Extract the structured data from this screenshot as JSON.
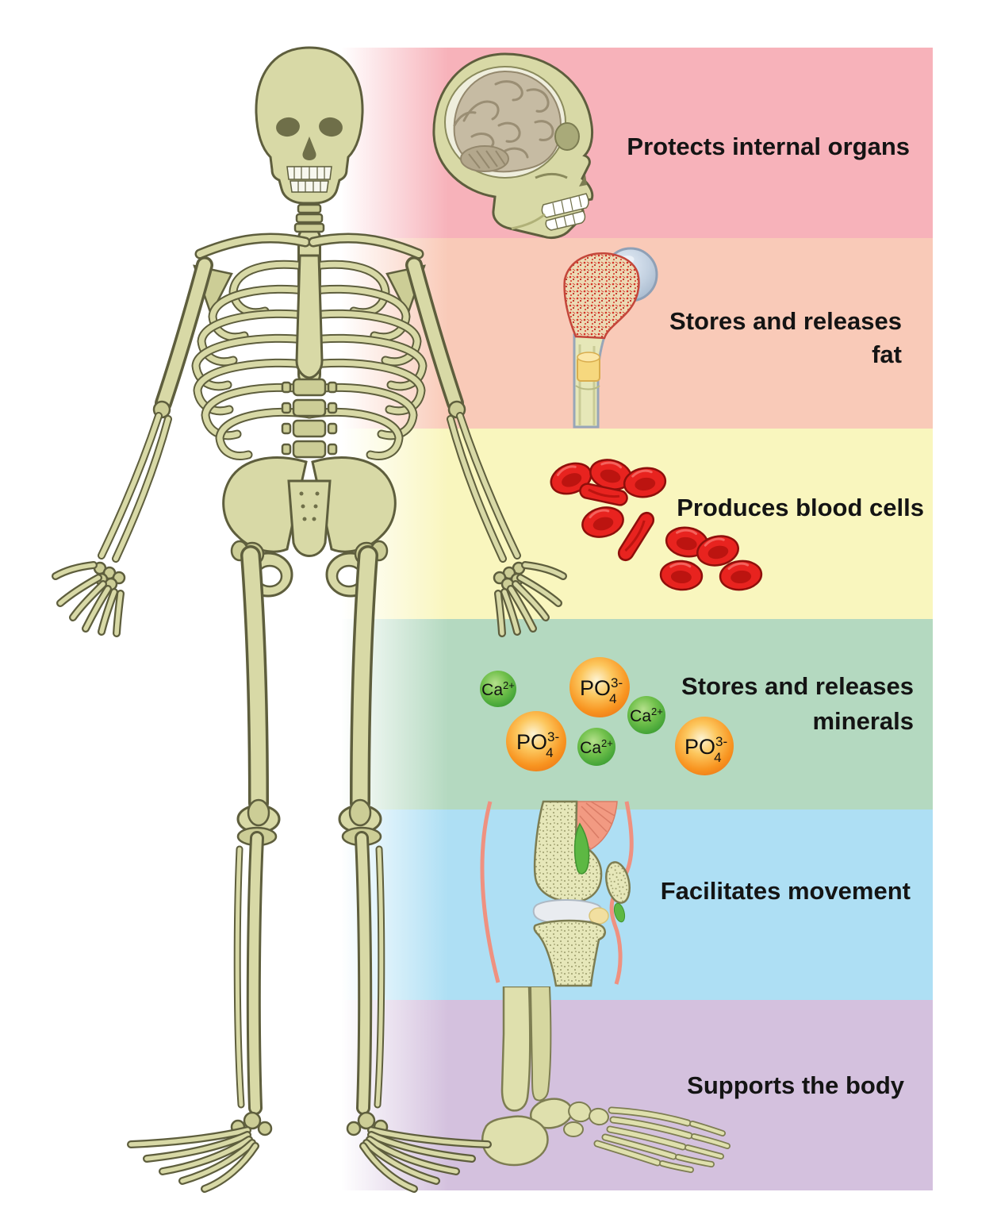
{
  "figure": {
    "background": "#ffffff",
    "subject": "functions of the skeletal system",
    "left_illustration": "full-human-skeleton"
  },
  "bands": [
    {
      "name": "protects-internal-organs",
      "color": "#f7b2ba",
      "line1": "Protects internal organs",
      "line2": "",
      "icon": "skull-cross-section-icon"
    },
    {
      "name": "stores-and-releases-fat",
      "color": "#f9cab8",
      "line1": "Stores and releases",
      "line2": "fat",
      "icon": "femur-bone-marrow-icon"
    },
    {
      "name": "produces-blood-cells",
      "color": "#f9f6be",
      "line1": "Produces blood cells",
      "line2": "",
      "icon": "red-blood-cells-icon"
    },
    {
      "name": "stores-and-releases-minerals",
      "color": "#b4d9c0",
      "line1": "Stores and releases",
      "line2": "minerals",
      "icon": "mineral-ions-icon"
    },
    {
      "name": "facilitates-movement",
      "color": "#aedff4",
      "line1": "Facilitates movement",
      "line2": "",
      "icon": "knee-joint-icon"
    },
    {
      "name": "supports-the-body",
      "color": "#d4c1de",
      "line1": "Supports the body",
      "line2": "",
      "icon": "foot-bones-icon"
    }
  ],
  "ions": [
    {
      "type": "calcium",
      "symbol": "Ca",
      "sup": "2+"
    },
    {
      "type": "phosphate",
      "symbol": "PO",
      "sup": "3-",
      "sub": "4"
    },
    {
      "type": "calcium",
      "symbol": "Ca",
      "sup": "2+"
    },
    {
      "type": "phosphate",
      "symbol": "PO",
      "sup": "3-",
      "sub": "4"
    },
    {
      "type": "calcium",
      "symbol": "Ca",
      "sup": "2+"
    },
    {
      "type": "phosphate",
      "symbol": "PO",
      "sup": "3-",
      "sub": "4"
    }
  ],
  "colors": {
    "bone": "#d8d9a6",
    "bone_outline": "#5e5e3d",
    "label_text": "#141414",
    "red_blood_cell": "#e8231f",
    "calcium_green": "#5cb335",
    "phosphate_orange": "#f78f1e",
    "marrow_yellow": "#f6d87e",
    "cartilage_blue": "#bfcedf",
    "muscle_pink": "#f29a82"
  }
}
